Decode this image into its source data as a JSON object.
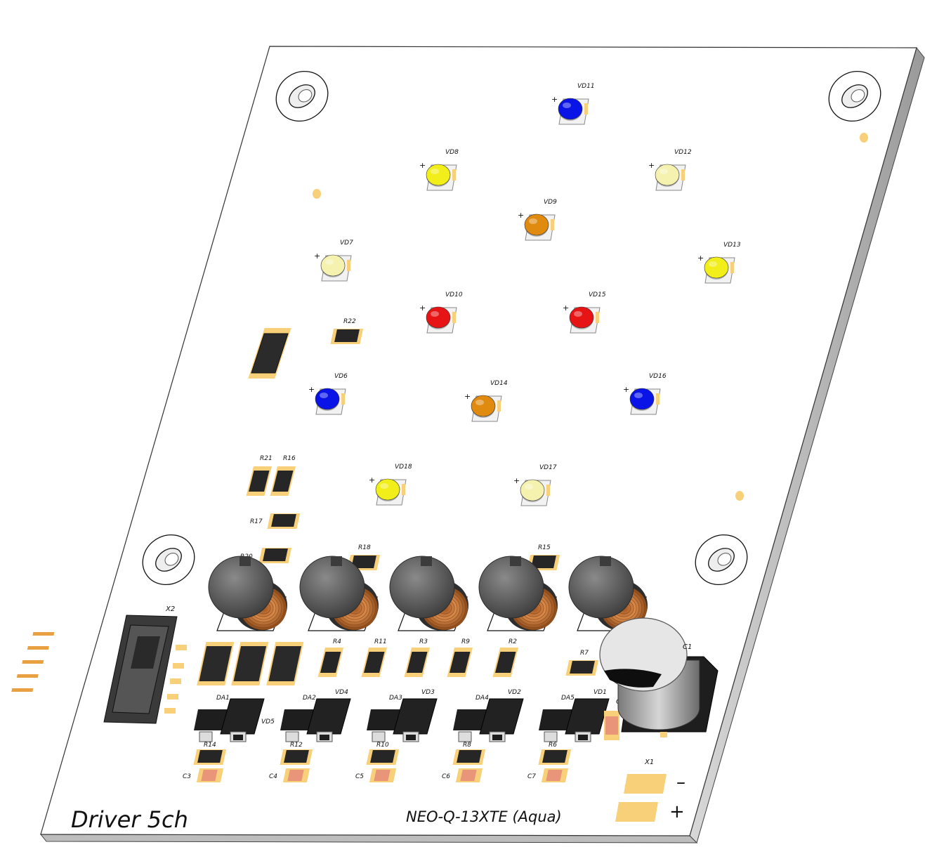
{
  "board": {
    "title": "Driver 5ch",
    "model": "NEO-Q-13XTE (Aqua)",
    "power_connector": "X1",
    "minus_label": "–",
    "plus_label": "+",
    "header_connector": "X2",
    "electrolytic_cap": "C1",
    "small_cap": "C2"
  },
  "colors": {
    "board": "#ffffff",
    "pad": "#f9d07a",
    "ic": "#1e1e1e",
    "inductor": "#5a5a5a",
    "copper": "#c97a3c",
    "blue": "#0a14e6",
    "yellow": "#f2ee1a",
    "warm_white": "#f5f2b0",
    "amber": "#e08a10",
    "red": "#e61414"
  },
  "leds": [
    {
      "ref": "VD11",
      "color": "blue",
      "polarity": "+"
    },
    {
      "ref": "VD8",
      "color": "yellow",
      "polarity": "+"
    },
    {
      "ref": "VD12",
      "color": "warm_white",
      "polarity": "+"
    },
    {
      "ref": "VD9",
      "color": "amber",
      "polarity": "+"
    },
    {
      "ref": "VD7",
      "color": "warm_white",
      "polarity": "+"
    },
    {
      "ref": "VD13",
      "color": "yellow",
      "polarity": "+"
    },
    {
      "ref": "VD10",
      "color": "red",
      "polarity": "+"
    },
    {
      "ref": "VD15",
      "color": "red",
      "polarity": "+"
    },
    {
      "ref": "VD6",
      "color": "blue",
      "polarity": "+"
    },
    {
      "ref": "VD14",
      "color": "amber",
      "polarity": "+"
    },
    {
      "ref": "VD16",
      "color": "blue",
      "polarity": "+"
    },
    {
      "ref": "VD18",
      "color": "yellow",
      "polarity": "+"
    },
    {
      "ref": "VD17",
      "color": "warm_white",
      "polarity": "+"
    }
  ],
  "resistors_top": [
    "R22",
    "R21",
    "R16",
    "R17",
    "R20",
    "R18",
    "R15"
  ],
  "resistors_mid": [
    "R4",
    "R11",
    "R3",
    "R9",
    "R2",
    "R7"
  ],
  "ics": [
    "DA1",
    "DA2",
    "DA3",
    "DA4",
    "DA5"
  ],
  "diodes": [
    "VD5",
    "VD4",
    "VD3",
    "VD2",
    "VD1"
  ],
  "resistors_bottom": [
    "R14",
    "R12",
    "R10",
    "R8",
    "R6"
  ],
  "caps_bottom": [
    "C3",
    "C4",
    "C5",
    "C6",
    "C7"
  ]
}
